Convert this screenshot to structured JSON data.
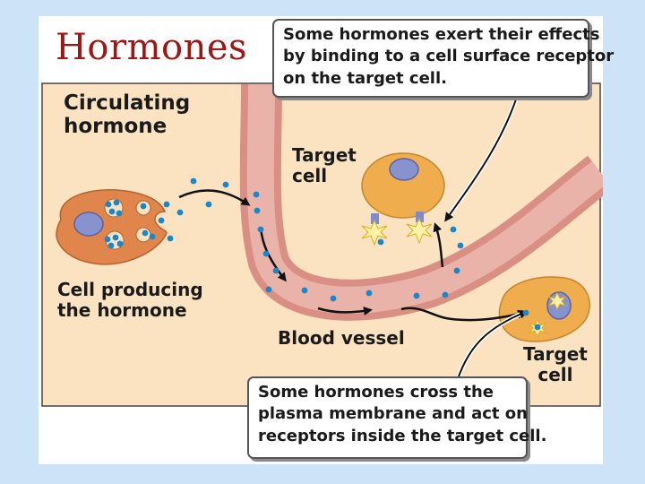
{
  "title": "Hormones",
  "labels": {
    "circulating": [
      "Circulating",
      "hormone"
    ],
    "producer": [
      "Cell producing",
      "the hormone"
    ],
    "target_top": [
      "Target",
      "cell"
    ],
    "vessel": "Blood vessel",
    "target_bottom": [
      "Target",
      "cell"
    ]
  },
  "callouts": {
    "surface": [
      "Some hormones exert their effects",
      "by binding to a cell surface receptor",
      "on the target cell."
    ],
    "inside": [
      "Some hormones cross the",
      "plasma membrane and act on",
      "receptors inside the target cell."
    ]
  },
  "colors": {
    "panel": "#fbe3c2",
    "vessel": "#d98f84",
    "vessel_inner": "#e9aea4",
    "producer_cell": "#e0854c",
    "target_cell": "#f0ad4e",
    "nucleus": "#8892cf",
    "hormone_dot": "#1b86c9",
    "title": "#a01515",
    "background": "#cde3f7"
  },
  "icons": [
    "arrow-icon",
    "receptor-icon",
    "hormone-dot-icon"
  ]
}
